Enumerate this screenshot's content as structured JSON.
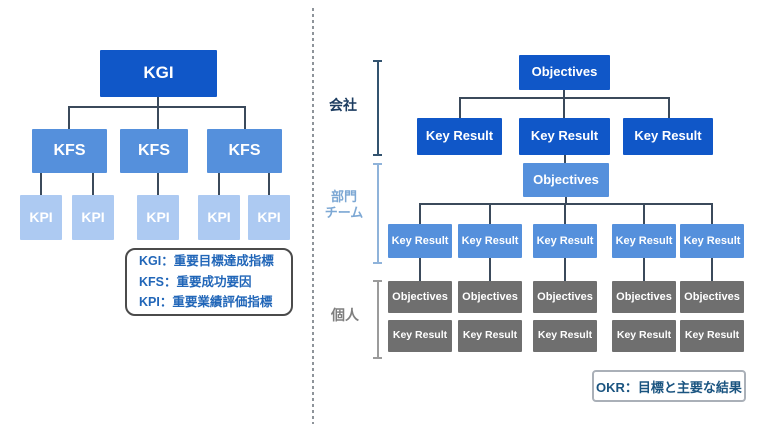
{
  "left_panel": {
    "root_label": "KGI",
    "kfs_labels": [
      "KFS",
      "KFS",
      "KFS"
    ],
    "kpi_labels": [
      "KPI",
      "KPI",
      "KPI",
      "KPI",
      "KPI"
    ],
    "legend": {
      "lines": [
        "KGI：重要目標達成指標",
        "KFS：重要成功要因",
        "KPI：重要業績評価指標"
      ]
    }
  },
  "right_panel": {
    "group_labels": {
      "company": "会社",
      "team_lines": [
        "部門",
        "チーム"
      ],
      "individual": "個人"
    },
    "company": {
      "objective": "Objectives",
      "key_results": [
        "Key Result",
        "Key Result",
        "Key Result"
      ]
    },
    "team": {
      "objective": "Objectives",
      "key_results": [
        "Key Result",
        "Key Result",
        "Key Result",
        "Key Result",
        "Key Result"
      ]
    },
    "individual": {
      "objectives": [
        "Objectives",
        "Objectives",
        "Objectives",
        "Objectives",
        "Objectives"
      ],
      "key_results": [
        "Key Result",
        "Key Result",
        "Key Result",
        "Key Result",
        "Key Result"
      ]
    },
    "legend": {
      "text": "OKR：目標と主要な結果"
    }
  },
  "colors": {
    "dark_blue": "#1057c8",
    "medium_blue": "#5590dc",
    "light_blue": "#adcaf2",
    "gray_box": "#6f6f6f",
    "connector_line": "#3b4a5b",
    "company_label": "#1c3c60",
    "team_label": "#7da8d4",
    "individual_label": "#7f7f7f",
    "kgi_legend_text": "#2166b8",
    "okr_legend_text": "#1a5480"
  }
}
